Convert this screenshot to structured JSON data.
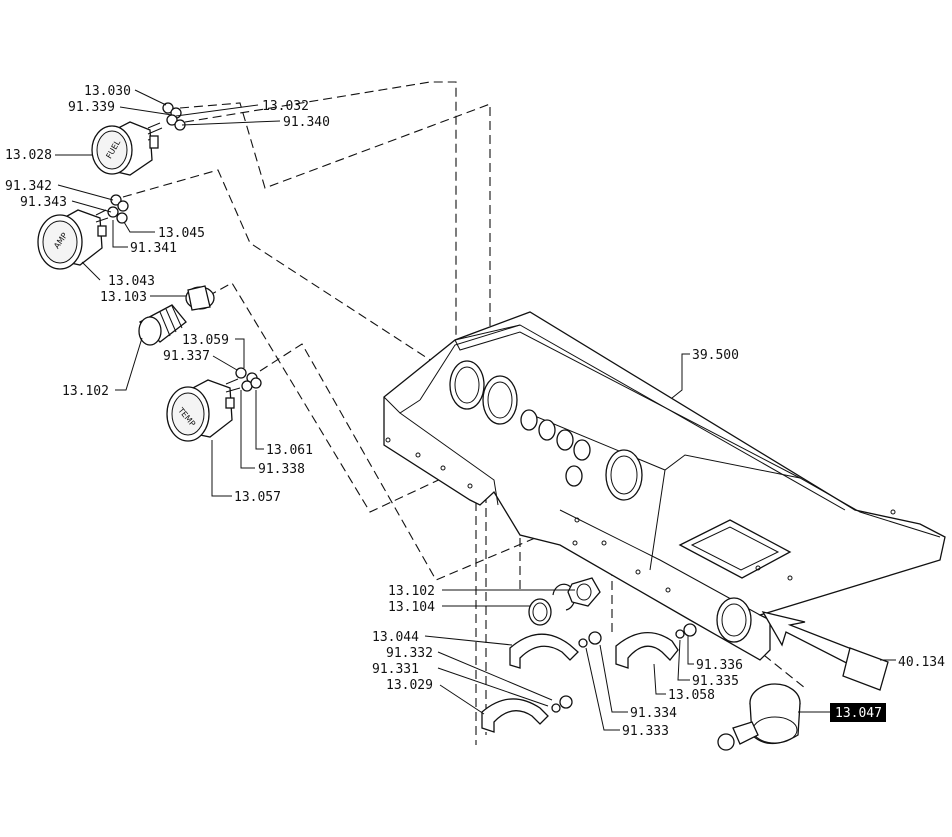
{
  "diagram": {
    "callouts": [
      {
        "id": "c-13030",
        "text": "13.030"
      },
      {
        "id": "c-91339",
        "text": "91.339"
      },
      {
        "id": "c-13032",
        "text": "13.032"
      },
      {
        "id": "c-91340",
        "text": "91.340"
      },
      {
        "id": "c-13028",
        "text": "13.028"
      },
      {
        "id": "c-91342",
        "text": "91.342"
      },
      {
        "id": "c-91343",
        "text": "91.343"
      },
      {
        "id": "c-13045",
        "text": "13.045"
      },
      {
        "id": "c-91341",
        "text": "91.341"
      },
      {
        "id": "c-13043",
        "text": "13.043"
      },
      {
        "id": "c-13103",
        "text": "13.103"
      },
      {
        "id": "c-13102a",
        "text": "13.102"
      },
      {
        "id": "c-13059",
        "text": "13.059"
      },
      {
        "id": "c-91337",
        "text": "91.337"
      },
      {
        "id": "c-13061",
        "text": "13.061"
      },
      {
        "id": "c-91338",
        "text": "91.338"
      },
      {
        "id": "c-13057",
        "text": "13.057"
      },
      {
        "id": "c-39500",
        "text": "39.500"
      },
      {
        "id": "c-13102b",
        "text": "13.102"
      },
      {
        "id": "c-13104",
        "text": "13.104"
      },
      {
        "id": "c-13044",
        "text": "13.044"
      },
      {
        "id": "c-91332",
        "text": "91.332"
      },
      {
        "id": "c-91331",
        "text": "91.331"
      },
      {
        "id": "c-13029",
        "text": "13.029"
      },
      {
        "id": "c-91334",
        "text": "91.334"
      },
      {
        "id": "c-91333",
        "text": "91.333"
      },
      {
        "id": "c-91336",
        "text": "91.336"
      },
      {
        "id": "c-91335",
        "text": "91.335"
      },
      {
        "id": "c-13058",
        "text": "13.058"
      },
      {
        "id": "c-40134",
        "text": "40.134"
      },
      {
        "id": "c-13047",
        "text": "13.047",
        "highlighted": true
      }
    ],
    "gauge_labels": {
      "fuel": "FUEL",
      "amp": "AMP",
      "temp": "TEMP"
    },
    "highlight_color": "#000000",
    "line_color": "#111111"
  }
}
